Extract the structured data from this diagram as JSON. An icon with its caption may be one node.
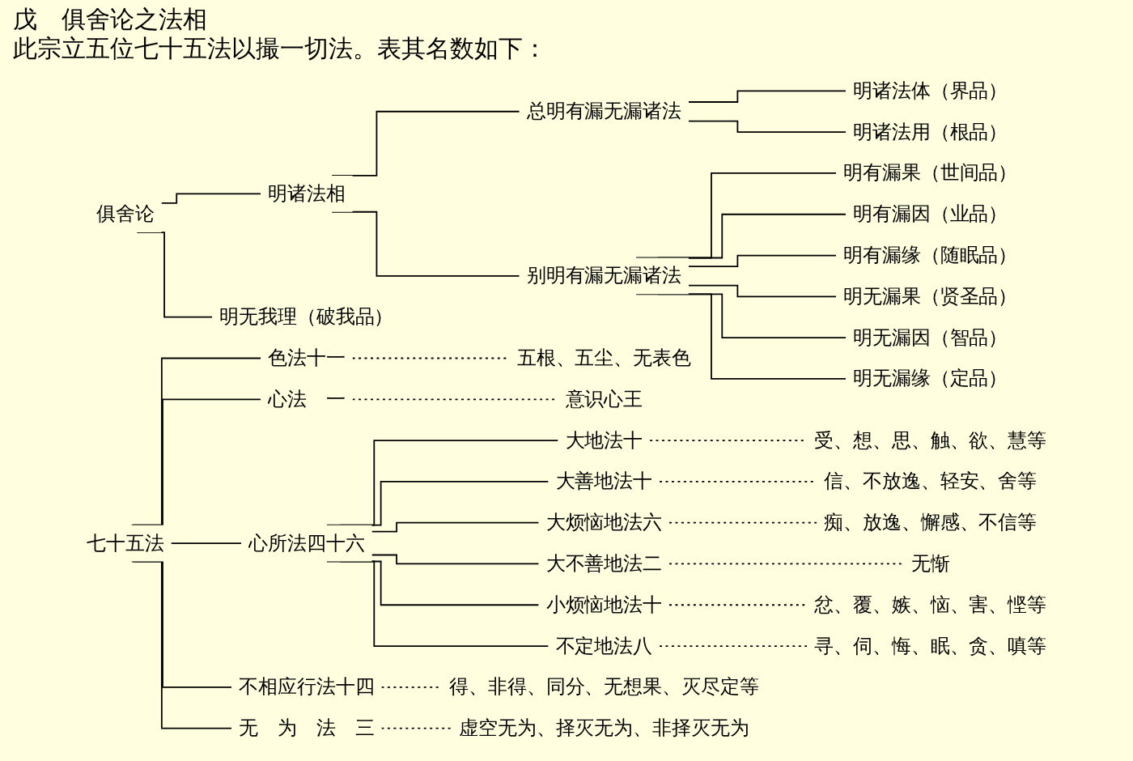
{
  "diagram": {
    "nodes": [
      {
        "text": [
          "俱舍论"
        ]
      },
      {
        "text": [
          "明诸法相"
        ]
      },
      {
        "text": [
          "总明有漏无漏诸法"
        ]
      },
      {
        "text": [
          "明诸法体（界品）"
        ]
      },
      {
        "text": [
          "明诸法用（根品）"
        ]
      },
      {
        "text": [
          "别明有漏无漏诸法"
        ]
      },
      {
        "text": [
          "明有漏果（世间品）"
        ]
      },
      {
        "text": [
          "明有漏因（业品）"
        ]
      },
      {
        "text": [
          "明有漏缘（随眠品）"
        ]
      },
      {
        "text": [
          "明无漏果（贤圣品）"
        ]
      },
      {
        "text": [
          "明无漏因（智品）"
        ]
      },
      {
        "text": [
          "明无漏缘（定品）"
        ]
      },
      {
        "text": [
          "明无我理（破我品）"
        ]
      },
      {
        "text": [
          "七十五法"
        ]
      },
      {
        "text": [
          "色法十一"
        ]
      },
      {
        "text": [
          "五根、五尘、无表色"
        ]
      },
      {
        "text": [
          "心法　一"
        ]
      },
      {
        "text": [
          "意识心王"
        ]
      },
      {
        "text": [
          "心所法四十六"
        ]
      },
      {
        "text": [
          "大地法十"
        ]
      },
      {
        "text": [
          "受、想、思、触、欲、慧等"
        ]
      },
      {
        "text": [
          "大善地法十"
        ]
      },
      {
        "text": [
          "信、不放逸、轻安、舍等"
        ]
      },
      {
        "text": [
          "大烦恼地法六"
        ]
      },
      {
        "text": [
          "痴、放逸、懈感、不信等"
        ]
      },
      {
        "text": [
          "大不善地法二"
        ]
      },
      {
        "text": [
          "无惭"
        ]
      },
      {
        "text": [
          "小烦恼地法十"
        ]
      },
      {
        "text": [
          "忿、覆、嫉、恼、害、悭等"
        ]
      },
      {
        "text": [
          "不定地法八"
        ]
      },
      {
        "text": [
          "寻、伺、悔、眠、贪、嗔等"
        ]
      },
      {
        "text": [
          "不相应行法十四"
        ]
      },
      {
        "text": [
          "得、非得、同分、无想果、灭尽定等"
        ]
      },
      {
        "text": [
          "无　为　法　三"
        ]
      },
      {
        "text": [
          "虚空无为、择灭无为、非择灭无为"
        ]
      }
    ],
    "edges": [
      {
        "from": 0,
        "to": 1,
        "arrow": "none"
      },
      {
        "from": 0,
        "to": 12,
        "arrow": "none"
      },
      {
        "from": 1,
        "to": 2,
        "arrow": "none"
      },
      {
        "from": 1,
        "to": 5,
        "arrow": "none"
      },
      {
        "from": 2,
        "to": 3,
        "arrow": "none"
      },
      {
        "from": 2,
        "to": 4,
        "arrow": "none"
      },
      {
        "from": 5,
        "to": 6,
        "arrow": "none"
      },
      {
        "from": 5,
        "to": 7,
        "arrow": "none"
      },
      {
        "from": 5,
        "to": 8,
        "arrow": "none"
      },
      {
        "from": 5,
        "to": 9,
        "arrow": "none"
      },
      {
        "from": 5,
        "to": 10,
        "arrow": "none"
      },
      {
        "from": 5,
        "to": 11,
        "arrow": "none"
      },
      {
        "from": 13,
        "to": 14,
        "arrow": "none"
      },
      {
        "from": 13,
        "to": 16,
        "arrow": "none"
      },
      {
        "from": 13,
        "to": 18,
        "arrow": "none"
      },
      {
        "from": 13,
        "to": 31,
        "arrow": "none"
      },
      {
        "from": 13,
        "to": 33,
        "arrow": "none"
      },
      {
        "from": 14,
        "to": 15,
        "arrow": "none",
        "style": "dashed"
      },
      {
        "from": 16,
        "to": 17,
        "arrow": "none",
        "style": "dashed"
      },
      {
        "from": 18,
        "to": 19,
        "arrow": "none"
      },
      {
        "from": 18,
        "to": 21,
        "arrow": "none"
      },
      {
        "from": 18,
        "to": 23,
        "arrow": "none"
      },
      {
        "from": 18,
        "to": 25,
        "arrow": "none"
      },
      {
        "from": 18,
        "to": 27,
        "arrow": "none"
      },
      {
        "from": 18,
        "to": 29,
        "arrow": "none"
      },
      {
        "from": 19,
        "to": 20,
        "arrow": "none",
        "style": "dashed"
      },
      {
        "from": 21,
        "to": 22,
        "arrow": "none",
        "style": "dashed"
      },
      {
        "from": 23,
        "to": 24,
        "arrow": "none",
        "style": "dashed"
      },
      {
        "from": 25,
        "to": 26,
        "arrow": "none",
        "style": "dashed"
      },
      {
        "from": 27,
        "to": 28,
        "arrow": "none",
        "style": "dashed"
      },
      {
        "from": 29,
        "to": 30,
        "arrow": "none",
        "style": "dashed"
      },
      {
        "from": 31,
        "to": 32,
        "arrow": "none",
        "style": "dashed"
      },
      {
        "from": 33,
        "to": 34,
        "arrow": "none",
        "style": "dashed"
      }
    ],
    "labels": [
      "戊　俱舍论之法相",
      "此宗立五位七十五法以撮一切法。表其名数如下："
    ]
  }
}
